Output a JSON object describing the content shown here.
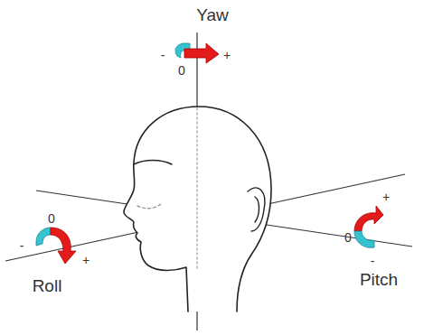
{
  "diagram": {
    "labels": [
      "Yaw",
      "-",
      "0",
      "+",
      "0",
      "-",
      "+",
      "Roll",
      "+",
      "0",
      "-",
      "Pitch"
    ]
  }
}
